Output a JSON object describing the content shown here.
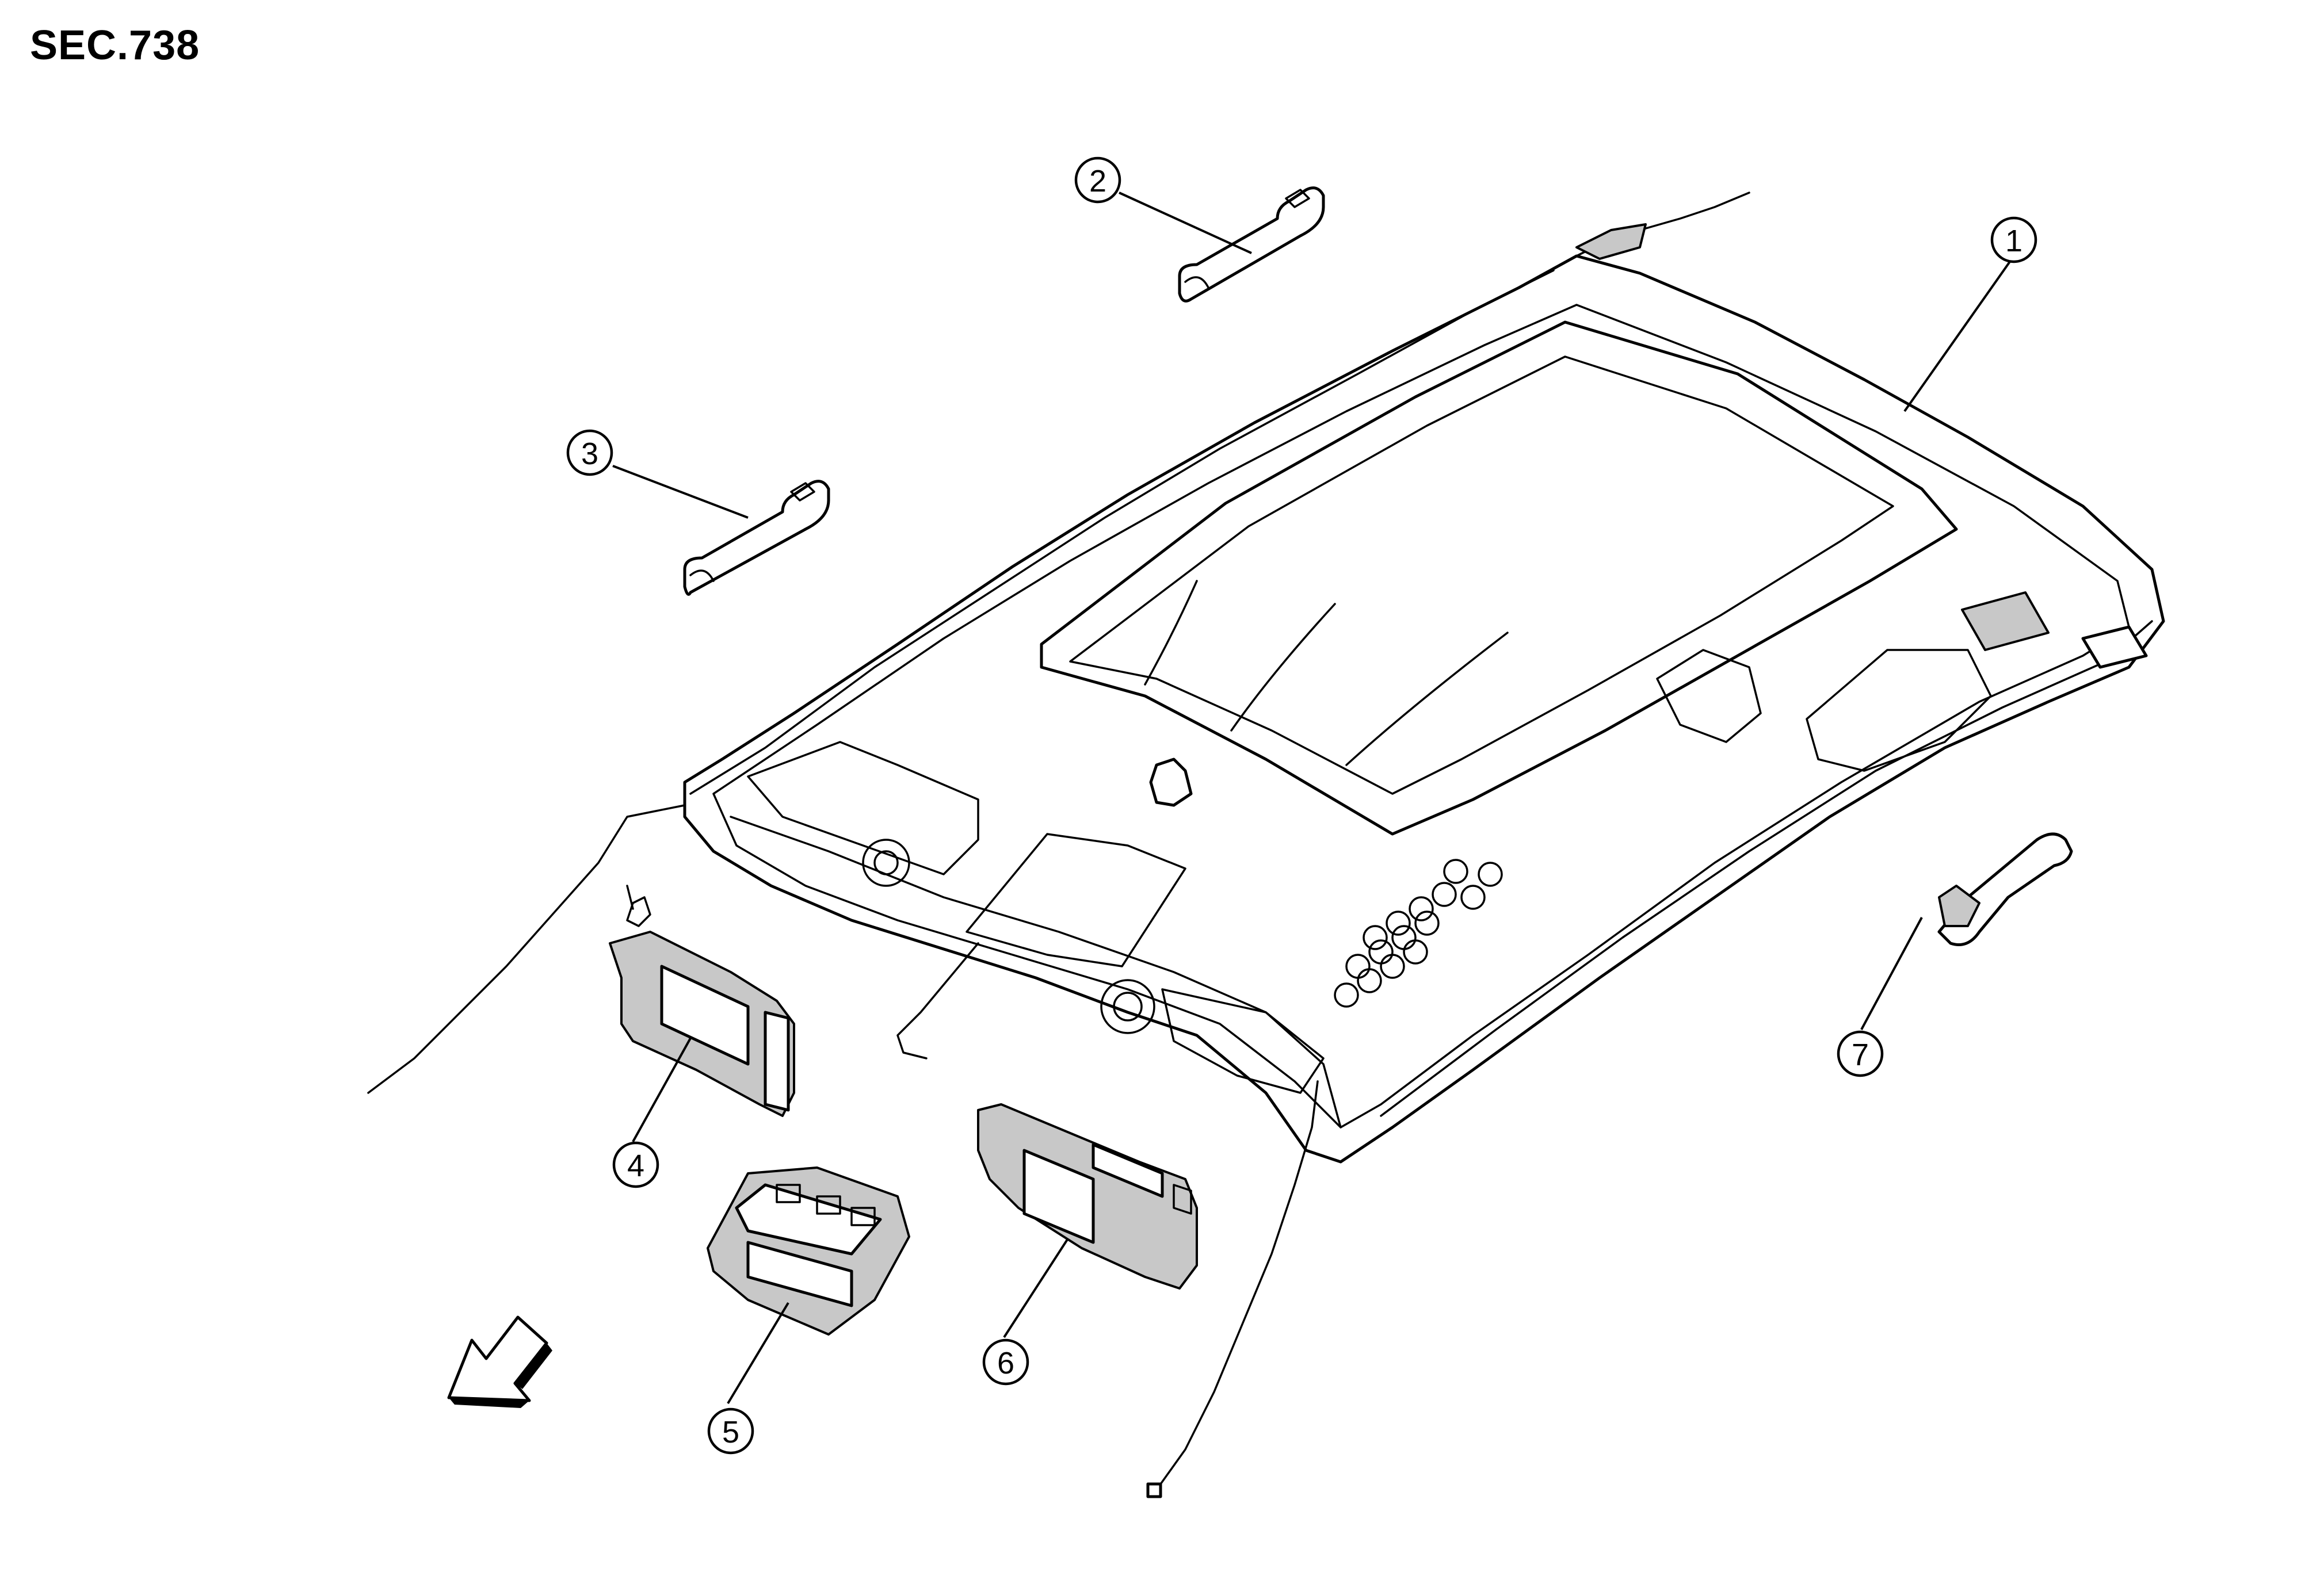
{
  "title": "SEC.738",
  "callouts": [
    {
      "id": "1",
      "label": "1"
    },
    {
      "id": "2",
      "label": "2"
    },
    {
      "id": "3",
      "label": "3"
    },
    {
      "id": "4",
      "label": "4"
    },
    {
      "id": "5",
      "label": "5"
    },
    {
      "id": "6",
      "label": "6"
    },
    {
      "id": "7",
      "label": "7"
    }
  ],
  "icons": [
    "front-direction-arrow-icon"
  ]
}
